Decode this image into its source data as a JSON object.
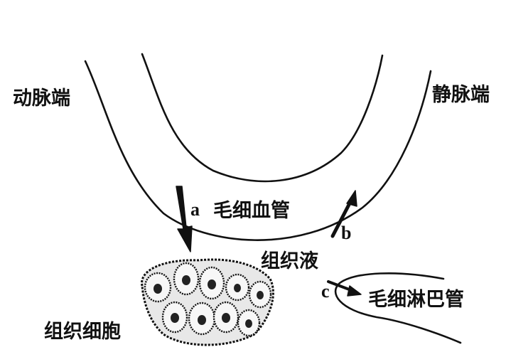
{
  "labels": {
    "arterial_end": "动脉端",
    "venous_end": "静脉端",
    "capillary": "毛细血管",
    "tissue_fluid": "组织液",
    "tissue_cells": "组织细胞",
    "lymph_capillary": "毛细淋巴管",
    "arrow_a": "a",
    "arrow_b": "b",
    "arrow_c": "c"
  },
  "colors": {
    "ink": "#111111",
    "background": "#ffffff",
    "cell_fill": "#eaeaea"
  }
}
